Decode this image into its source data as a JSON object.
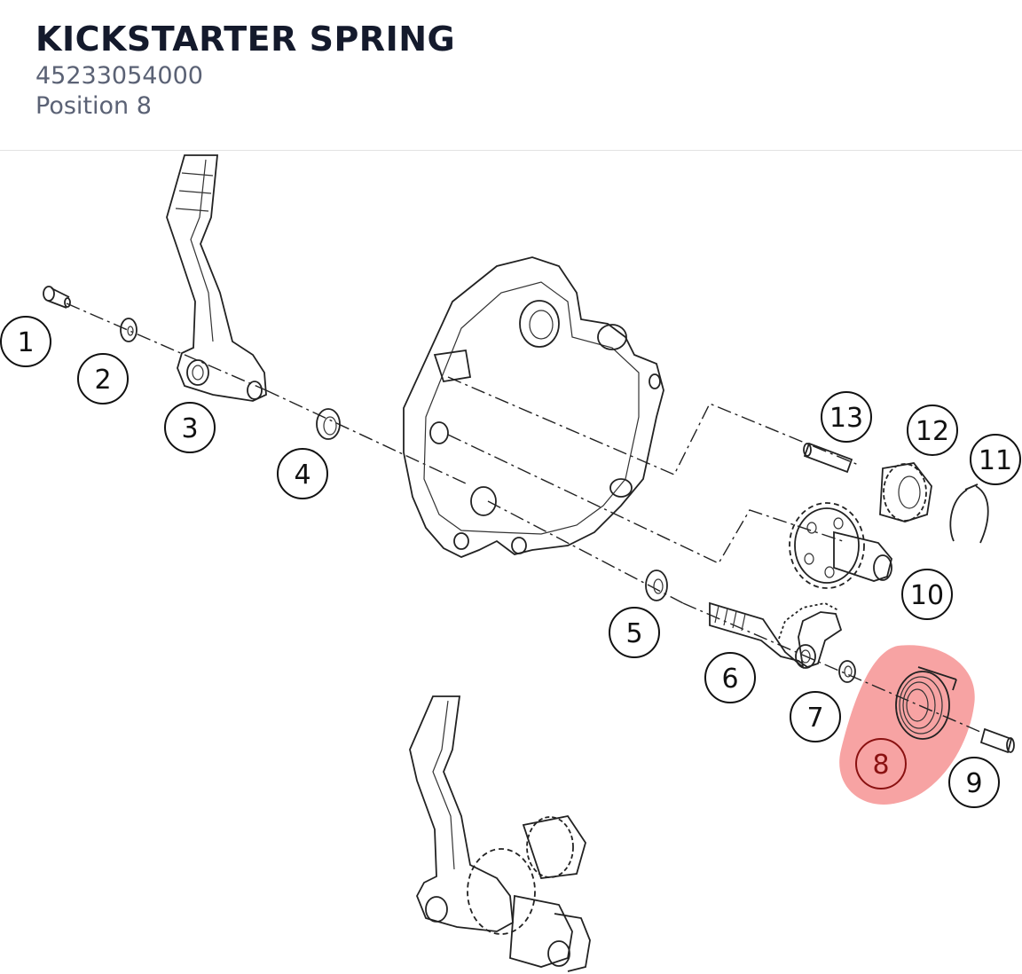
{
  "part": {
    "title": "KICKSTARTER SPRING",
    "number": "45233054000",
    "position": "Position 8"
  },
  "colors": {
    "highlight": "#f7a3a3",
    "title": "#141a2c",
    "subtitle": "#5b6275"
  },
  "highlighted_callout": "8",
  "callouts": [
    {
      "label": "1"
    },
    {
      "label": "2"
    },
    {
      "label": "3"
    },
    {
      "label": "4"
    },
    {
      "label": "5"
    },
    {
      "label": "6"
    },
    {
      "label": "7"
    },
    {
      "label": "8"
    },
    {
      "label": "9"
    },
    {
      "label": "10"
    },
    {
      "label": "11"
    },
    {
      "label": "12"
    },
    {
      "label": "13"
    }
  ]
}
